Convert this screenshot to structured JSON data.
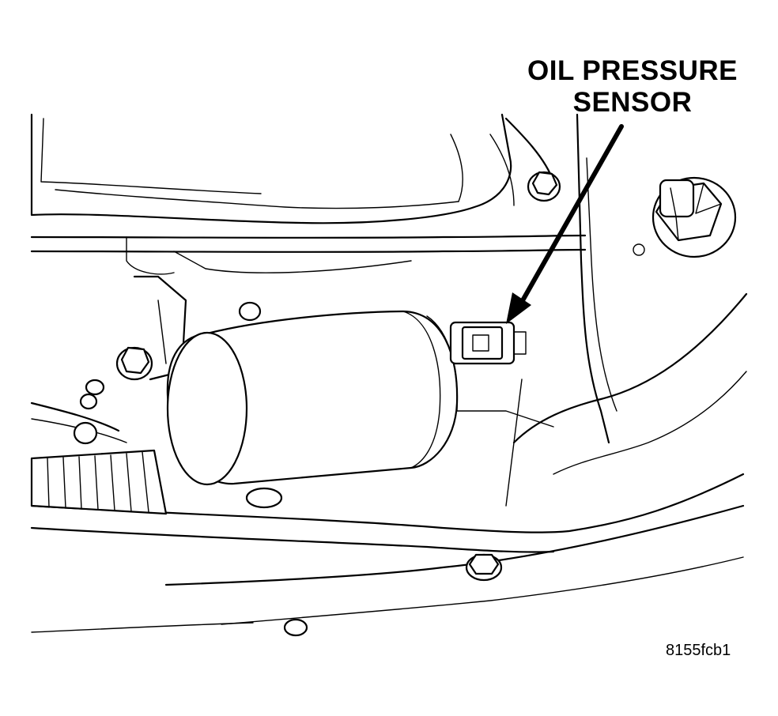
{
  "callout": {
    "line1": "OIL PRESSURE",
    "line2": "SENSOR"
  },
  "figure_id": "8155fcb1"
}
